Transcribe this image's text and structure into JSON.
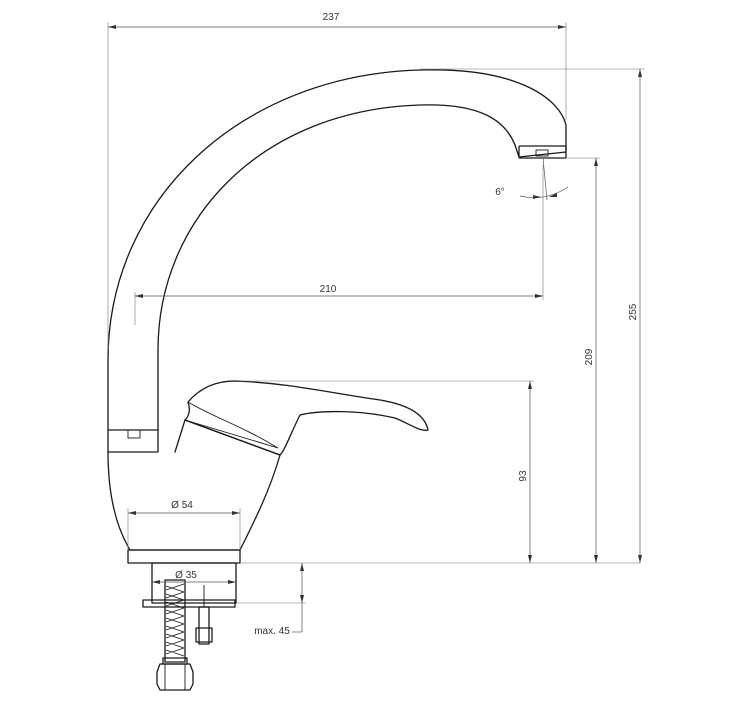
{
  "drawing": {
    "dimensions": {
      "width_total": "237",
      "height_total": "255",
      "height_spout": "209",
      "height_lever": "93",
      "reach": "210",
      "spout_angle": "6°",
      "base_diameter": "Ø 54",
      "shank_diameter": "Ø 35",
      "max_thickness": "max. 45"
    }
  }
}
